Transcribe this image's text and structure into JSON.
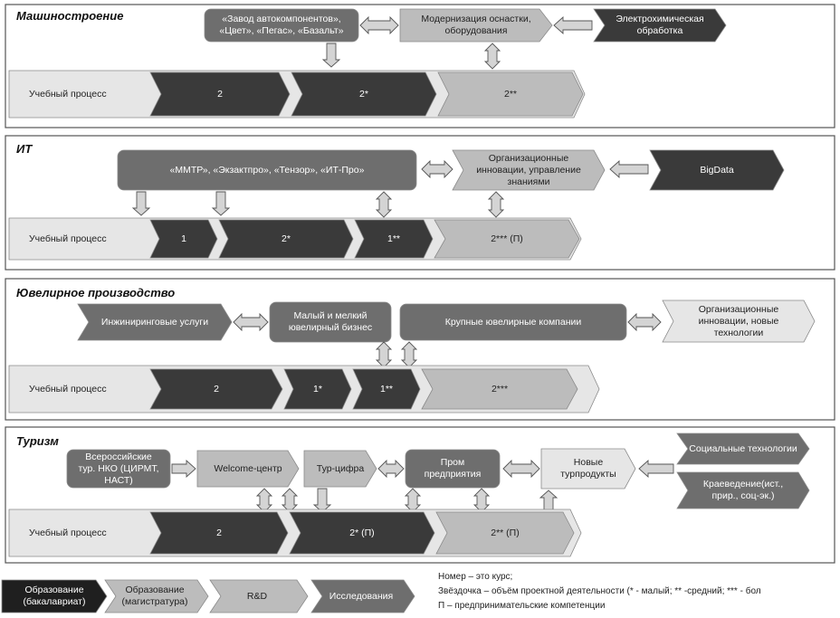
{
  "colors": {
    "dark": "#3a3a3a",
    "mid": "#6e6e6e",
    "light": "#bcbcbc",
    "pale": "#e6e6e6",
    "border": "#555555",
    "arrow_fill": "#d4d4d4"
  },
  "sections": [
    {
      "title": "Машиностроение",
      "boxes": {
        "companies": "«Завод автокомпонентов»,\n«Цвет», «Пегас», «Базальт»",
        "modern": "Модернизация оснастки,\nоборудования",
        "electro": "Электрохимическая\nобработка"
      },
      "process": {
        "label": "Учебный процесс",
        "stages": [
          "2",
          "2*",
          "2**"
        ]
      }
    },
    {
      "title": "ИТ",
      "boxes": {
        "companies": "«ММТР», «Экзактпро», «Тензор», «ИТ-Про»",
        "org": "Организационные\nинновации, управление\nзнаниями",
        "bigdata": "BigData"
      },
      "process": {
        "label": "Учебный процесс",
        "stages": [
          "1",
          "2*",
          "1**",
          "2*** (П)"
        ]
      }
    },
    {
      "title": "Ювелирное производство",
      "boxes": {
        "engineering": "Инжиниринговые услуги",
        "small": "Малый и мелкий\nювелирный бизнес",
        "large": "Крупные ювелирные компании",
        "org": "Организационные\nинновации, новые\nтехнологии"
      },
      "process": {
        "label": "Учебный процесс",
        "stages": [
          "2",
          "1*",
          "1**",
          "2***"
        ]
      }
    },
    {
      "title": "Туризм",
      "boxes": {
        "nko": "Всероссийские\nтур. НКО (ЦИРМТ,\nНАСТ)",
        "welcome": "Welcome-центр",
        "tur": "Тур-цифра",
        "prom": "Пром\nпредприятия",
        "new": "Новые\nтурпродукты",
        "social": "Социальные технологии",
        "kraev": "Краеведение(ист.,\nприр., соц-эк.)"
      },
      "process": {
        "label": "Учебный процесс",
        "stages": [
          "2",
          "2* (П)",
          "2** (П)"
        ]
      }
    }
  ],
  "legend": {
    "items": [
      "Образование\n(бакалавриат)",
      "Образование\n(магистратура)",
      "R&D",
      "Исследования"
    ],
    "notes": [
      "Номер – это курс;",
      "Звёздочка –  объём проектной деятельности (* - малый; ** -средний; *** - бол",
      "П – предпринимательские компетенции"
    ]
  }
}
